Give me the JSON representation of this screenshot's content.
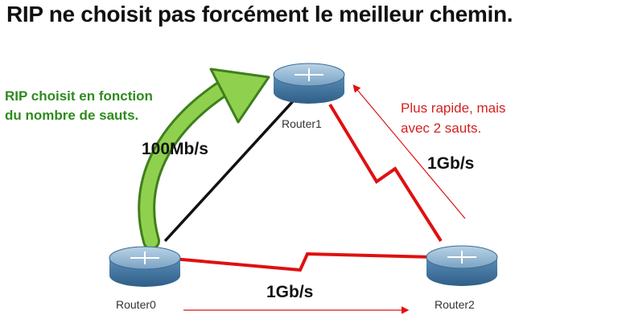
{
  "title": "RIP ne choisit pas forcément le meilleur chemin.",
  "annotations": {
    "rip_choice": [
      "RIP choisit en fonction",
      "du nombre de sauts."
    ],
    "faster_path": [
      "Plus rapide, mais",
      "avec 2 sauts."
    ]
  },
  "links": {
    "r0_r1": "100Mb/s",
    "r1_r2": "1Gb/s",
    "r0_r2": "1Gb/s"
  },
  "routers": {
    "r0": "Router0",
    "r1": "Router1",
    "r2": "Router2"
  },
  "colors": {
    "serial_link": "#e01010",
    "ethernet_link": "#111111",
    "rip_arrow": "#7dc63a",
    "note_green": "#2e8b1e",
    "note_red": "#d42020",
    "router_body": "#4a7fa8"
  }
}
